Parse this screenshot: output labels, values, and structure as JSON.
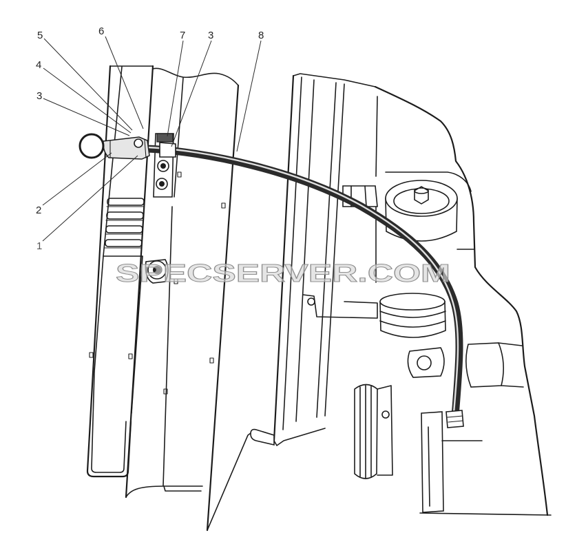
{
  "diagram": {
    "callouts": [
      "5",
      "4",
      "3",
      "6",
      "7",
      "3",
      "8",
      "2",
      "1"
    ],
    "watermark": "SPECSERVER.COM"
  }
}
